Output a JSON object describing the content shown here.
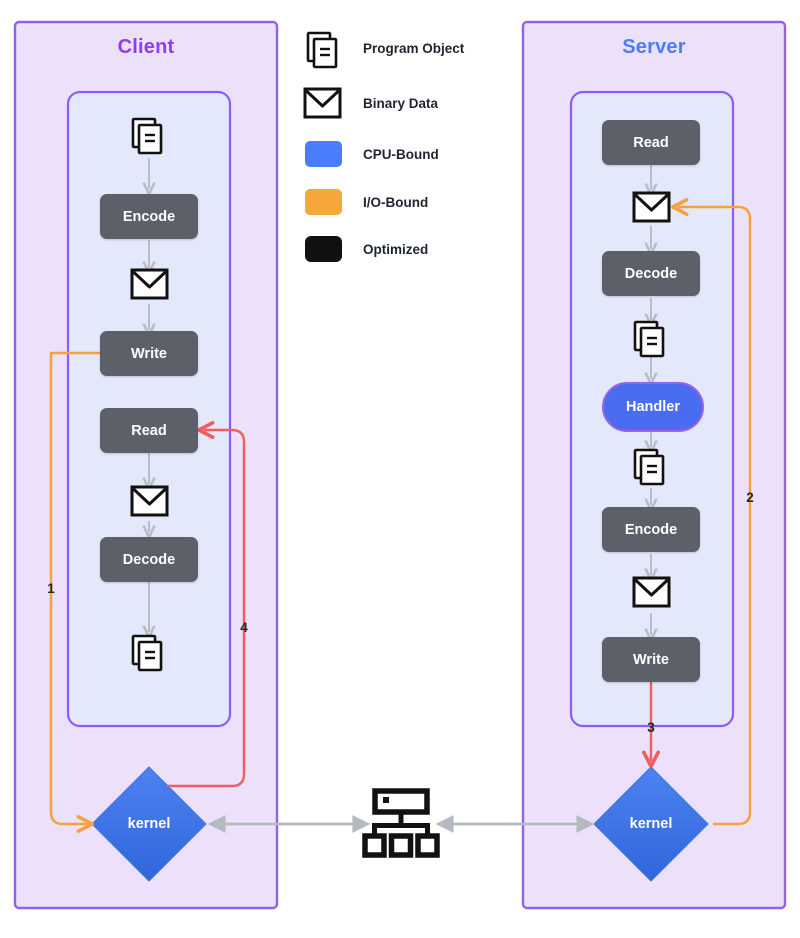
{
  "diagram": {
    "title_client": "Client",
    "title_server": "Server",
    "colors": {
      "panel_fill": "#ece0fb",
      "panel_border": "#9361e3",
      "inner_fill": "#e3e9fb",
      "inner_border": "#8b5cf6",
      "process_fill": "#5d6069",
      "process_text": "#ffffff",
      "handler_fill": "#4a6cf0",
      "handler_border": "#9a63e8",
      "kernel_fill": "#3b74e8",
      "cpu_bound": "#4a7dfc",
      "io_bound": "#f7a63c",
      "optimized": "#111111",
      "arrow_grey": "#b9bdc7",
      "link_grey": "#b6b9c0",
      "flow_orange": "#f6a23c",
      "flow_red": "#ef5d5d",
      "title_client": "#8b3ff0",
      "title_server": "#4a7dfc"
    }
  },
  "legend": {
    "items": [
      {
        "icon": "program-object-icon",
        "label": "Program Object",
        "kind": "glyph"
      },
      {
        "icon": "binary-data-icon",
        "label": "Binary Data",
        "kind": "glyph"
      },
      {
        "icon": "cpu-bound-swatch",
        "label": "CPU-Bound",
        "kind": "swatch",
        "color": "#4a7dfc"
      },
      {
        "icon": "io-bound-swatch",
        "label": "I/O-Bound",
        "kind": "swatch",
        "color": "#f7a63c"
      },
      {
        "icon": "optimized-swatch",
        "label": "Optimized",
        "kind": "swatch",
        "color": "#111111"
      }
    ]
  },
  "client": {
    "title": "Client",
    "nodes": [
      {
        "name": "program-object",
        "type": "glyph-program-object",
        "label": ""
      },
      {
        "name": "encode",
        "type": "process",
        "label": "Encode"
      },
      {
        "name": "binary-data",
        "type": "glyph-binary-data",
        "label": ""
      },
      {
        "name": "write",
        "type": "process",
        "label": "Write"
      },
      {
        "name": "read",
        "type": "process",
        "label": "Read"
      },
      {
        "name": "binary-data-2",
        "type": "glyph-binary-data",
        "label": ""
      },
      {
        "name": "decode",
        "type": "process",
        "label": "Decode"
      },
      {
        "name": "program-object-2",
        "type": "glyph-program-object",
        "label": ""
      }
    ],
    "kernel": {
      "label": "kernel"
    }
  },
  "server": {
    "title": "Server",
    "nodes": [
      {
        "name": "read",
        "type": "process",
        "label": "Read"
      },
      {
        "name": "binary-data",
        "type": "glyph-binary-data",
        "label": ""
      },
      {
        "name": "decode",
        "type": "process",
        "label": "Decode"
      },
      {
        "name": "program-object",
        "type": "glyph-program-object",
        "label": ""
      },
      {
        "name": "handler",
        "type": "handler",
        "label": "Handler"
      },
      {
        "name": "program-object-2",
        "type": "glyph-program-object",
        "label": ""
      },
      {
        "name": "encode",
        "type": "process",
        "label": "Encode"
      },
      {
        "name": "binary-data-2",
        "type": "glyph-binary-data",
        "label": ""
      },
      {
        "name": "write",
        "type": "process",
        "label": "Write"
      }
    ],
    "kernel": {
      "label": "kernel"
    }
  },
  "flows": [
    {
      "id": "1",
      "label": "1",
      "color": "#f6a23c",
      "from": "client-write",
      "to": "client-kernel"
    },
    {
      "id": "2",
      "label": "2",
      "color": "#f6a23c",
      "from": "server-kernel",
      "to": "server-binary-data"
    },
    {
      "id": "3",
      "label": "3",
      "color": "#ef5d5d",
      "from": "server-write",
      "to": "server-kernel"
    },
    {
      "id": "4",
      "label": "4",
      "color": "#ef5d5d",
      "from": "client-kernel",
      "to": "client-read"
    }
  ],
  "network": {
    "name": "network-switch-icon"
  }
}
